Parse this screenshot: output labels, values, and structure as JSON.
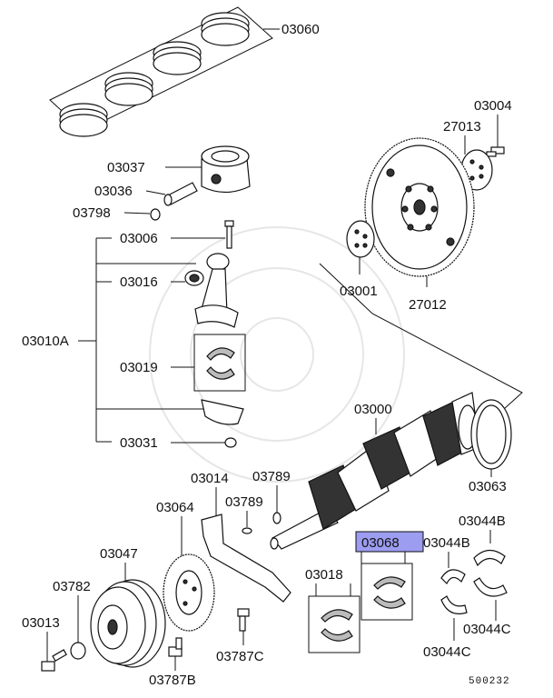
{
  "diagram": {
    "labels": {
      "p03060": "03060",
      "p03037": "03037",
      "p03036": "03036",
      "p03798": "03798",
      "p03006": "03006",
      "p03016": "03016",
      "p03010A": "03010A",
      "p03019": "03019",
      "p03031": "03031",
      "p03004": "03004",
      "p27013": "27013",
      "p03001": "03001",
      "p27012": "27012",
      "p03000": "03000",
      "p03063": "03063",
      "p03014": "03014",
      "p03789a": "03789",
      "p03789b": "03789",
      "p03064": "03064",
      "p03047": "03047",
      "p03782": "03782",
      "p03013": "03013",
      "p03787B": "03787B",
      "p03787C": "03787C",
      "p03068": "03068",
      "p03018": "03018",
      "p03044B_a": "03044B",
      "p03044B_b": "03044B",
      "p03044C_a": "03044C",
      "p03044C_b": "03044C",
      "code": "500232"
    },
    "highlight_color": "#9c9cf0"
  }
}
